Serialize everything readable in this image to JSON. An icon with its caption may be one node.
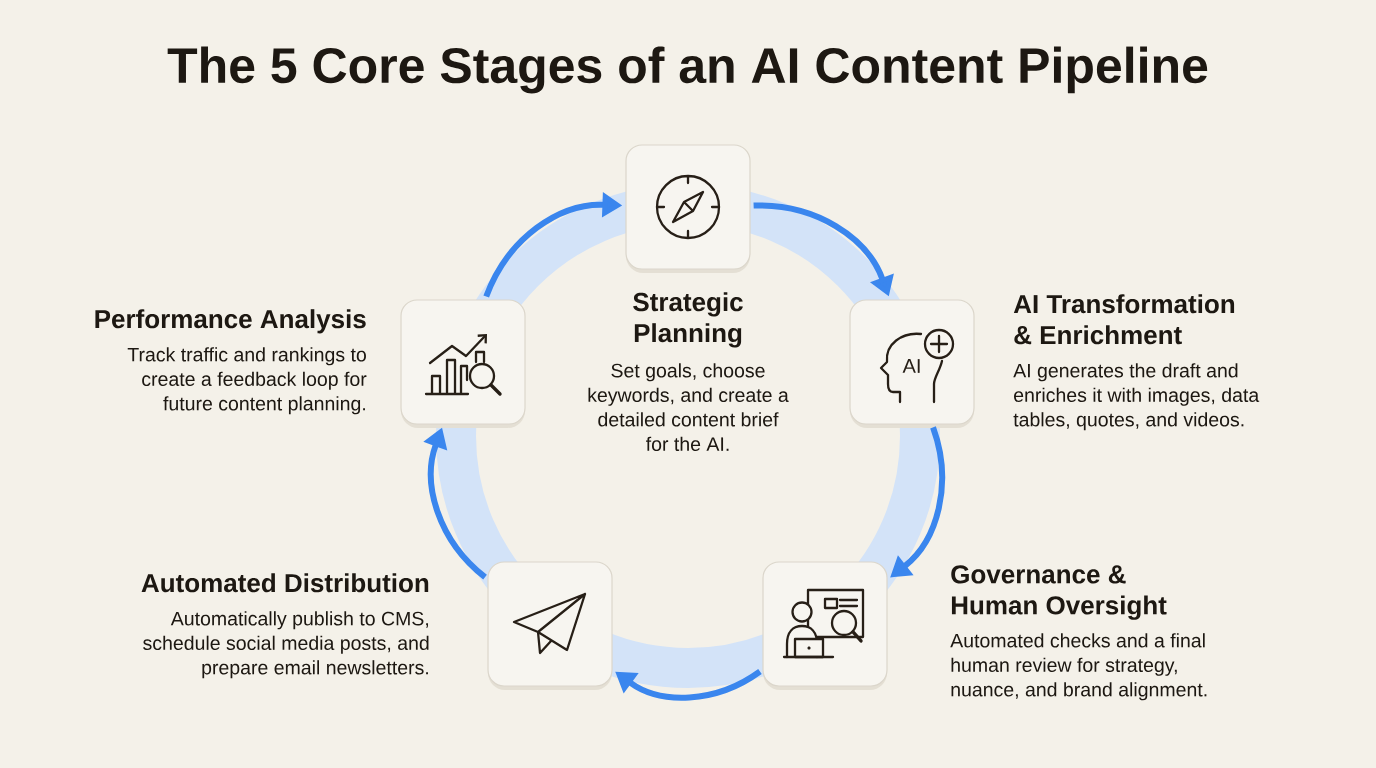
{
  "diagram": {
    "title": "The 5 Core Stages of an AI Content Pipeline",
    "nodes": [
      {
        "text": [
          "Strategic Planning",
          "Set goals, choose keywords, and create a detailed content brief for the AI."
        ]
      },
      {
        "text": [
          "AI Transformation & Enrichment",
          "AI generates the draft and enriches it with images, data tables, quotes, and videos."
        ]
      },
      {
        "text": [
          "Governance & Human Oversight",
          "Automated checks and a final human review for strategy, nuance, and brand alignment."
        ]
      },
      {
        "text": [
          "Automated Distribution",
          "Automatically publish to CMS, schedule social media posts, and prepare email newsletters."
        ]
      },
      {
        "text": [
          "Performance Analysis",
          "Track traffic and rankings to create a feedback loop for future content planning."
        ]
      }
    ],
    "edges": [
      {
        "from": 0,
        "to": 1,
        "arrow": "to"
      },
      {
        "from": 1,
        "to": 2,
        "arrow": "to"
      },
      {
        "from": 2,
        "to": 3,
        "arrow": "to"
      },
      {
        "from": 3,
        "to": 4,
        "arrow": "to"
      },
      {
        "from": 4,
        "to": 0,
        "arrow": "to"
      }
    ],
    "labels": [
      "AI"
    ]
  }
}
